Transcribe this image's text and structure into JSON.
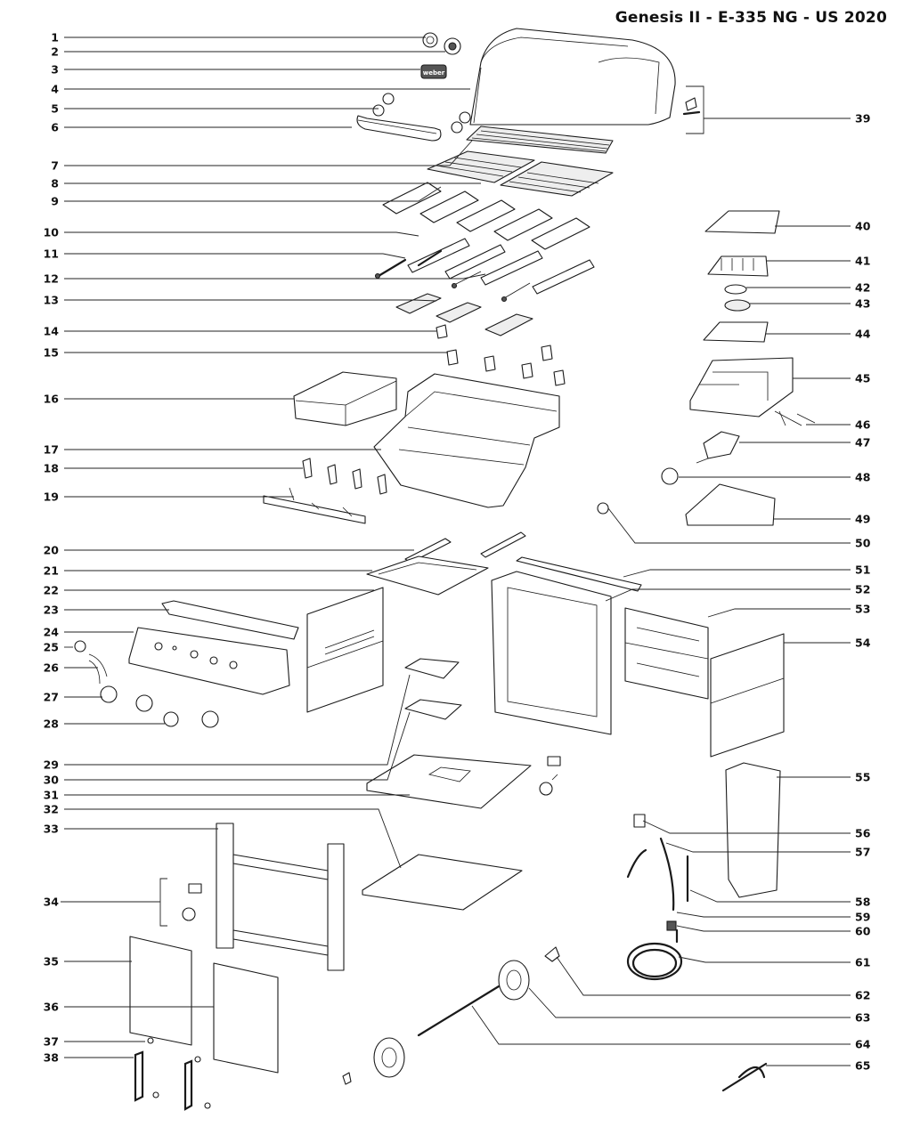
{
  "title": "Genesis II - E-335 NG - US 2020",
  "callouts_left": [
    "1",
    "2",
    "3",
    "4",
    "5",
    "6",
    "7",
    "8",
    "9",
    "10",
    "11",
    "12",
    "13",
    "14",
    "15",
    "16",
    "17",
    "18",
    "19",
    "20",
    "21",
    "22",
    "23",
    "24",
    "25",
    "26",
    "27",
    "28",
    "29",
    "30",
    "31",
    "32",
    "33",
    "34",
    "35",
    "36",
    "37",
    "38"
  ],
  "callouts_right": [
    "39",
    "40",
    "41",
    "42",
    "43",
    "44",
    "45",
    "46",
    "47",
    "48",
    "49",
    "50",
    "51",
    "52",
    "53",
    "54",
    "55",
    "56",
    "57",
    "58",
    "59",
    "60",
    "61",
    "62",
    "63",
    "64",
    "65"
  ],
  "logo_text": "weber"
}
